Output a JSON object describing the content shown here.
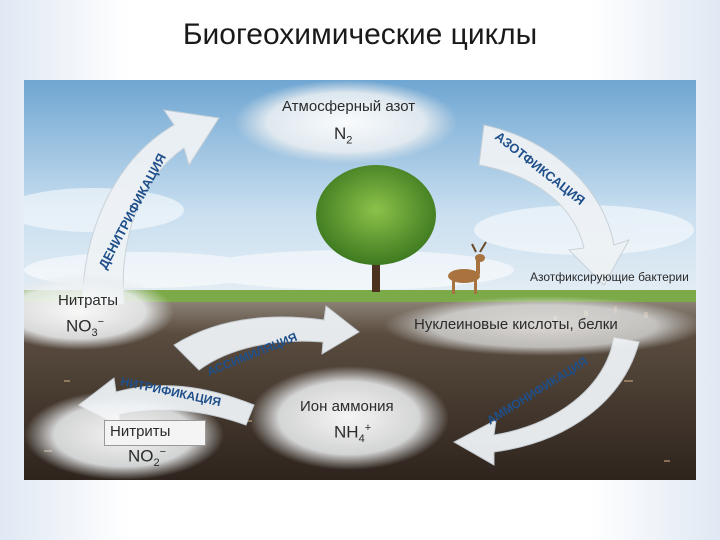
{
  "title": "Биогеохимические циклы",
  "nodes": {
    "atmosphere": {
      "label": "Атмосферный азот",
      "formula_base": "N",
      "formula_sub": "2"
    },
    "nitrates": {
      "label": "Нитраты",
      "formula_base": "NO",
      "formula_sub": "3",
      "formula_sup": "−"
    },
    "nitrites": {
      "label": "Нитриты",
      "formula_base": "NO",
      "formula_sub": "2",
      "formula_sup": "−"
    },
    "ammonium": {
      "label": "Ион аммония",
      "formula_base": "NH",
      "formula_sub": "4",
      "formula_sup": "+"
    },
    "nucleic": {
      "label": "Нуклеиновые кислоты, белки"
    },
    "bacteria": {
      "label": "Азотфиксирующие бактерии"
    }
  },
  "processes": {
    "denitrification": "ДЕНИТРИФИКАЦИЯ",
    "fixation": "АЗОТФИКСАЦИЯ",
    "assimilation": "АССИМИЛЯЦИЯ",
    "nitrification": "НИТРИФИКАЦИЯ",
    "ammonification": "АММОНИФИКАЦИЯ"
  },
  "colors": {
    "sky_top": "#7fb3d9",
    "soil": "#3b2f26",
    "arrow_fill": "#e8eef2",
    "process_text": "#1f4f8a"
  }
}
